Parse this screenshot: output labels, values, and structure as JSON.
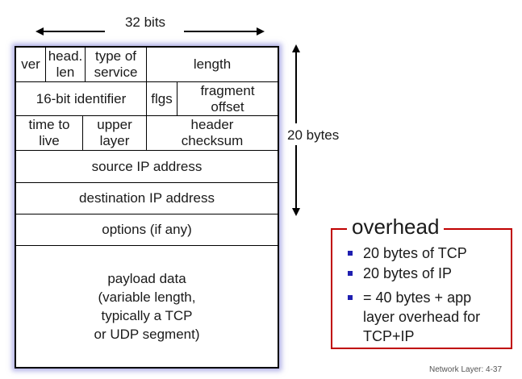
{
  "width_label": "32 bits",
  "height_label": "20 bytes",
  "header": {
    "ver": "ver",
    "head_len": [
      "head.",
      "len"
    ],
    "type_of_service": [
      "type of",
      "service"
    ],
    "length": "length",
    "identifier": "16-bit identifier",
    "flags": "flgs",
    "fragment_offset": [
      "fragment",
      "offset"
    ],
    "ttl": [
      "time to",
      "live"
    ],
    "upper_layer": [
      "upper",
      "layer"
    ],
    "header_checksum": [
      "header",
      "checksum"
    ],
    "source_ip": "source IP address",
    "dest_ip": "destination IP address",
    "options": "options (if any)",
    "payload": [
      "payload data",
      "(variable length,",
      "typically a TCP",
      "or UDP segment)"
    ]
  },
  "overhead": {
    "title": "overhead",
    "items": [
      [
        "20 bytes of TCP"
      ],
      [
        "20 bytes of IP"
      ],
      [
        "= 40 bytes + app",
        "layer overhead for",
        "TCP+IP"
      ]
    ],
    "accent_color": "#c00000",
    "bullet_color": "#1f1fb0"
  },
  "footer": "Network Layer: 4-37"
}
